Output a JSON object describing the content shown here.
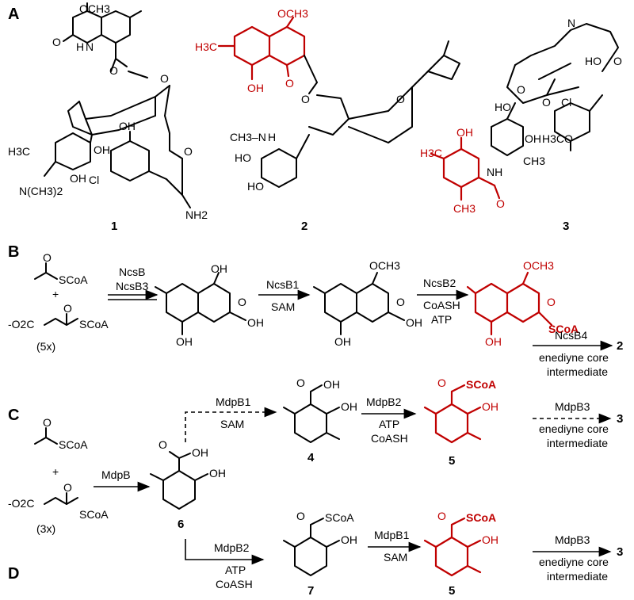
{
  "panels": {
    "A": "A",
    "B": "B",
    "C": "C",
    "D": "D"
  },
  "compounds": {
    "c1": "1",
    "c2": "2",
    "c3": "3",
    "c4": "4",
    "c5": "5",
    "c6": "6",
    "c7": "7"
  },
  "structure_text": {
    "s1_och3": "OCH3",
    "s1_o": "O",
    "s1_o2": "O",
    "s1_nh": "N",
    "s1_h": "H",
    "s1_o3": "O",
    "s1_o4": "O",
    "s1_oh": "OH",
    "s1_oh2": "OH",
    "s1_oh3": "OH",
    "s1_h3c": "H3C",
    "s1_nme2": "N(CH3)2",
    "s1_cl": "Cl",
    "s1_nh2": "NH2",
    "s1_o5": "O",
    "s2_och3": "OCH3",
    "s2_h3c": "H3C",
    "s2_oh": "OH",
    "s2_o": "O",
    "s2_o2": "O",
    "s2_ch3nh": "CH3–N",
    "s2_h": "H",
    "s2_ho": "HO",
    "s2_ho2": "HO",
    "s2_o3": "O",
    "s3_n": "N",
    "s3_o": "O",
    "s3_ho": "HO",
    "s3_cl": "Cl",
    "s3_ho2": "HO",
    "s3_h3co": "H3CO",
    "s3_o2": "O",
    "s3_o3": "O",
    "s3_oh": "OH",
    "s3_ch3": "CH3",
    "s3_h3c": "H3C",
    "s3_oh2": "OH",
    "s3_nh": "NH",
    "s3_ch3b": "CH3",
    "s3_o4": "O"
  },
  "panelB": {
    "acetyl": "SCoA",
    "plus": "+",
    "malonyl_o2c": "-O2C",
    "malonyl_scoa": "SCoA",
    "mult": "(5x)",
    "step1_enzyme": "NcsB",
    "step1_enzyme2": "NcsB3",
    "int1_oh1": "OH",
    "int1_oh2": "OH",
    "int1_cooh": "OH",
    "int1_o": "O",
    "step2_enzyme": "NcsB1",
    "step2_cofactor": "SAM",
    "int2_och3": "OCH3",
    "int2_oh": "OH",
    "int2_cooh": "OH",
    "int2_o": "O",
    "step3_enzyme": "NcsB2",
    "step3_cof1": "CoASH",
    "step3_cof2": "ATP",
    "int3_och3": "OCH3",
    "int3_oh": "OH",
    "int3_scoa": "SCoA",
    "int3_o": "O",
    "step4_enzyme": "NcsB4",
    "step4_sub1": "enediyne core",
    "step4_sub2": "intermediate",
    "product": "2"
  },
  "panelC": {
    "acetyl": "SCoA",
    "plus": "+",
    "malonyl_o2c": "-O2C",
    "malonyl_scoa": "SCoA",
    "mult": "(3x)",
    "enzyme": "MdpB",
    "c6_oh": "OH",
    "c6_o": "O",
    "c6_oh2": "OH",
    "up_enzyme": "MdpB1",
    "up_cofactor": "SAM",
    "c4_oh": "OH",
    "c4_o": "O",
    "c4_oh2": "OH",
    "step2_enzyme": "MdpB2",
    "step2_cof1": "ATP",
    "step2_cof2": "CoASH",
    "c5_scoa": "SCoA",
    "c5_o": "O",
    "c5_oh": "OH",
    "step3_enzyme": "MdpB3",
    "step3_sub1": "enediyne core",
    "step3_sub2": "intermediate",
    "product": "3"
  },
  "panelD": {
    "step1_enzyme": "MdpB2",
    "step1_cof1": "ATP",
    "step1_cof2": "CoASH",
    "c7_scoa": "SCoA",
    "c7_o": "O",
    "c7_oh": "OH",
    "step2_enzyme": "MdpB1",
    "step2_cofactor": "SAM",
    "c5_scoa": "SCoA",
    "c5_o": "O",
    "c5_oh": "OH",
    "step3_enzyme": "MdpB3",
    "step3_sub1": "enediyne core",
    "step3_sub2": "intermediate",
    "product": "3"
  },
  "colors": {
    "highlight": "#c00000",
    "ink": "#000000"
  }
}
